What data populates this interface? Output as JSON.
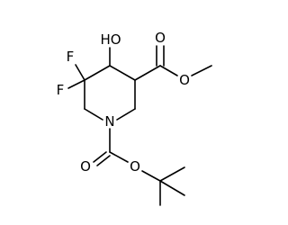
{
  "molecule": {
    "atoms": {
      "oh": "HO",
      "f1": "F",
      "f2": "F",
      "n": "N",
      "ester_o_carbonyl": "O",
      "ester_o_methoxy": "O",
      "boc_o_carbonyl": "O",
      "boc_o_ether": "O"
    }
  }
}
